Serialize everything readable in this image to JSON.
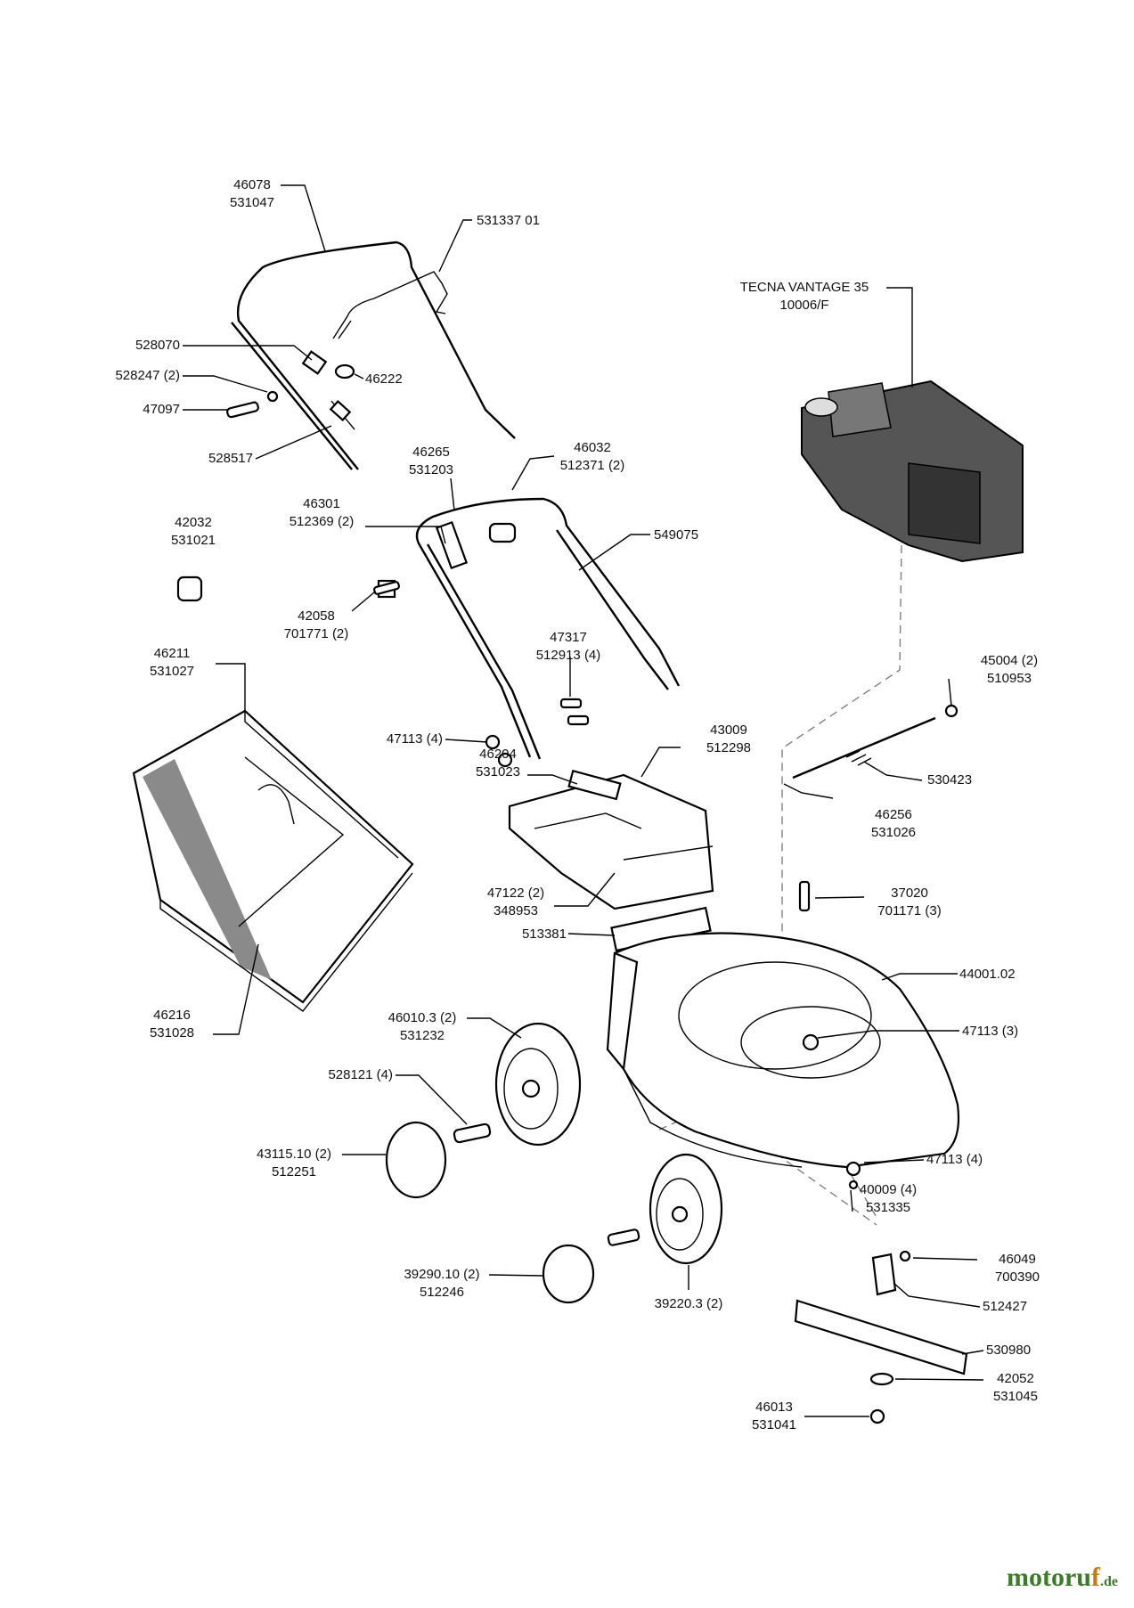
{
  "diagram": {
    "labels": {
      "handle_upper": [
        "46078",
        "531047"
      ],
      "cable": [
        "531337 01"
      ],
      "engine": [
        "TECNA VANTAGE 35",
        "10006/F"
      ],
      "clamp": [
        "528070"
      ],
      "washer": [
        "528247 (2)"
      ],
      "nut_top": [
        "46222"
      ],
      "knob_bolt": [
        "47097"
      ],
      "lever": [
        "528517"
      ],
      "clip": [
        "46265",
        "531203"
      ],
      "wing_knob": [
        "46032",
        "512371 (2)"
      ],
      "bracket": [
        "46301",
        "512369 (2)"
      ],
      "cable_guide": [
        "42032",
        "531021"
      ],
      "handle_lower": [
        "549075"
      ],
      "bolt_small": [
        "42058",
        "701771 (2)"
      ],
      "screws": [
        "47317",
        "512913 (4)"
      ],
      "grass_bag": [
        "46211",
        "531027"
      ],
      "spring_nut": [
        "45004 (2)",
        "510953"
      ],
      "nuts_handle": [
        "47113 (4)"
      ],
      "spring": [
        "530423"
      ],
      "flap": [
        "43009",
        "512298"
      ],
      "spacer": [
        "46204",
        "531023"
      ],
      "axle_rod": [
        "46256",
        "531026"
      ],
      "flap_screws": [
        "47122 (2)",
        "348953"
      ],
      "bolt_deck": [
        "37020",
        "701171 (3)"
      ],
      "deflector": [
        "513381"
      ],
      "deck": [
        "44001.02"
      ],
      "nuts_deck": [
        "47113 (3)"
      ],
      "bag_cover": [
        "46216",
        "531028"
      ],
      "wheel_rear": [
        "46010.3 (2)",
        "531232"
      ],
      "axle_bolt": [
        "528121 (4)"
      ],
      "hubcap_rear": [
        "43115.10 (2)",
        "512251"
      ],
      "nuts_front": [
        "47113 (4)"
      ],
      "washer_front": [
        "40009 (4)",
        "531335"
      ],
      "key": [
        "46049",
        "700390"
      ],
      "hubcap_front": [
        "39290.10 (2)",
        "512246"
      ],
      "wheel_front": [
        "39220.3 (2)"
      ],
      "blade_adapter": [
        "512427"
      ],
      "blade": [
        "530980"
      ],
      "blade_washer": [
        "42052",
        "531045"
      ],
      "blade_bolt": [
        "46013",
        "531041"
      ]
    }
  },
  "watermark": {
    "brand_a": "motoru",
    "brand_b": "f",
    "tld": ".de"
  }
}
